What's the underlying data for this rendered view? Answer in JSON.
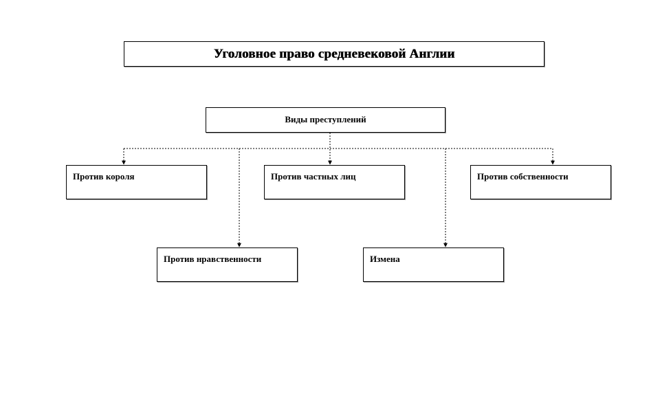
{
  "diagram": {
    "title": "Уголовное право средневековой Англии",
    "root": "Виды преступлений",
    "categories": {
      "king": "Против короля",
      "private_persons": "Против частных лиц",
      "property": "Против собственности",
      "morality": "Против нравственности",
      "treason": "Измена"
    }
  }
}
